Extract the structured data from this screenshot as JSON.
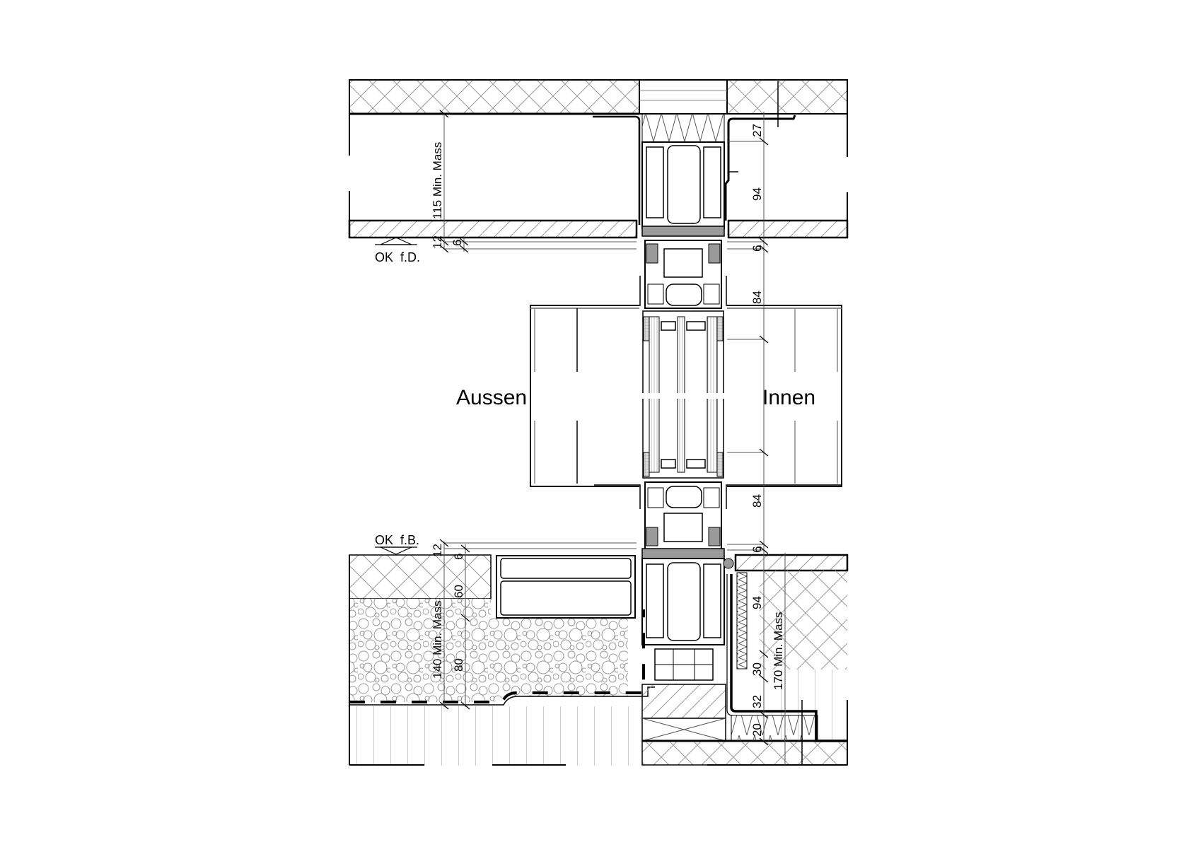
{
  "drawing": {
    "title": "Window sill / head section detail",
    "labels": {
      "outside": "Aussen",
      "inside": "Innen",
      "ok_top": "OK  f.D.",
      "ok_bottom": "OK  f.B."
    },
    "dimensions": {
      "head_left_min": "115 Min. Mass",
      "head_left_12": "12",
      "head_left_6": "6",
      "head_right_27": "27",
      "head_right_94": "94",
      "head_right_6": "6",
      "upper_sash_84": "84",
      "lower_sash_84": "84",
      "sill_right_6": "6",
      "sill_left_12": "12",
      "sill_left_6": "6",
      "sill_left_60": "60",
      "sill_left_80": "80",
      "sill_left_min": "140 Min. Mass",
      "sill_right_94": "94",
      "sill_right_30": "30",
      "sill_right_32": "32",
      "sill_right_20": "20",
      "sill_right_min": "170 Min. Mass"
    },
    "colors": {
      "line": "#000000",
      "hatch": "#8a8a8a",
      "profile_fill": "#9a9a9a",
      "gasket": "#6a6a6a"
    }
  }
}
